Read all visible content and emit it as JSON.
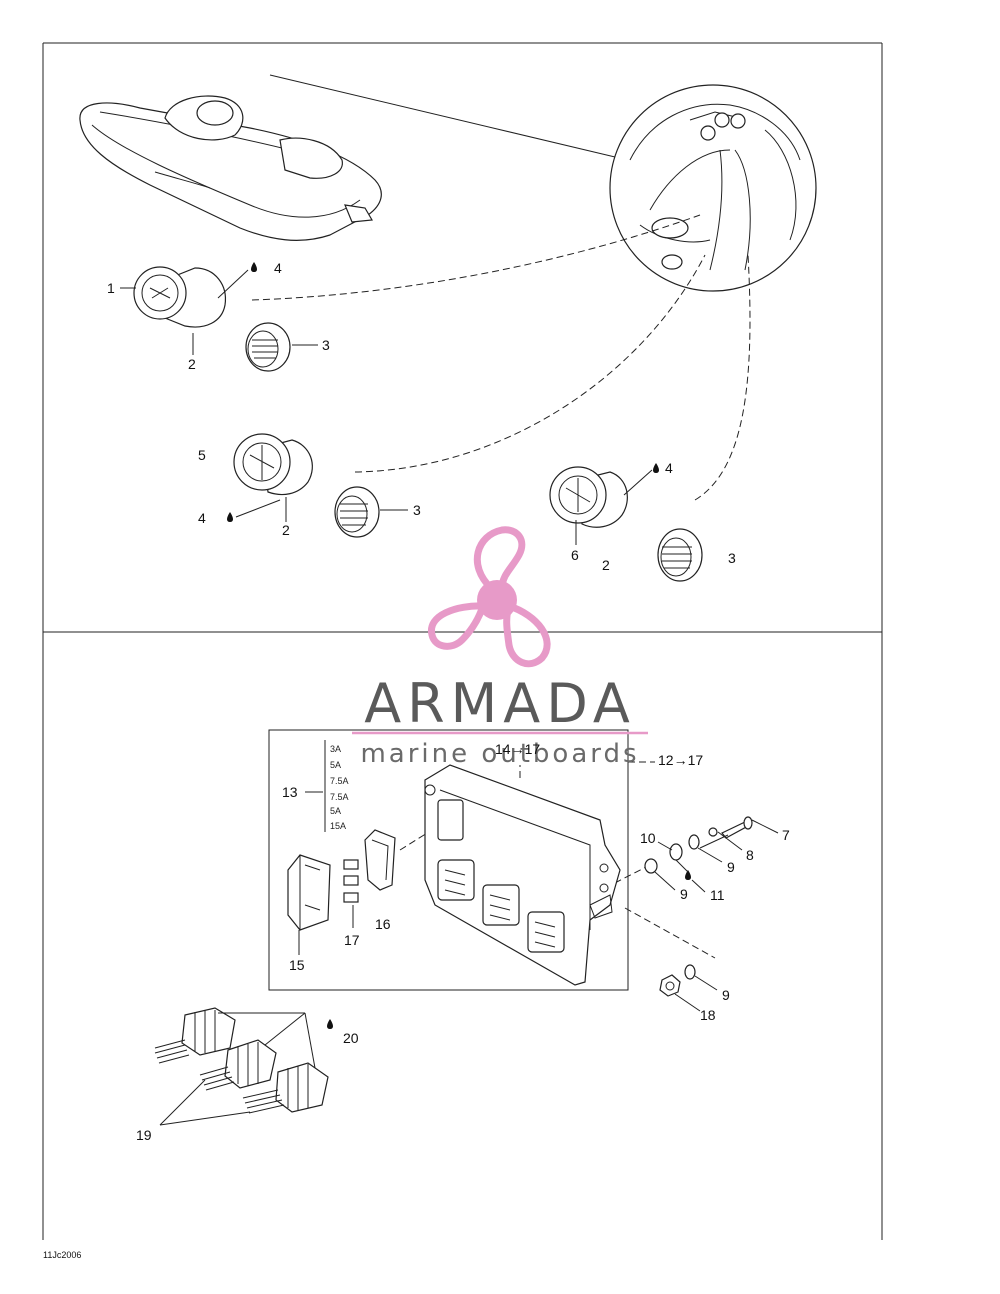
{
  "watermark": {
    "brand": "ARMADA",
    "tagline": "marine outboards",
    "colors": {
      "brand_text": "#5a5a5a",
      "accent_pink": "#e79ac8",
      "tagline_text": "#6a6a6a"
    }
  },
  "callouts": {
    "c1": "1",
    "c2a": "2",
    "c3a": "3",
    "c4a": "4",
    "c5": "5",
    "c4b": "4",
    "c2b": "2",
    "c3b": "3",
    "c4c": "4",
    "c6": "6",
    "c2c": "2",
    "c3c": "3",
    "c13": "13",
    "c14_17": "14→17",
    "c12_17": "12→17",
    "c7": "7",
    "c8": "8",
    "c9a": "9",
    "c10": "10",
    "c11": "11",
    "c9b": "9",
    "c16": "16",
    "c17": "17",
    "c15": "15",
    "c9c": "9",
    "c18": "18",
    "c20": "20",
    "c19": "19"
  },
  "fuse_ratings": [
    "3A",
    "5A",
    "7.5A",
    "7.5A",
    "5A",
    "15A"
  ],
  "figure_code": "11Jc2006"
}
